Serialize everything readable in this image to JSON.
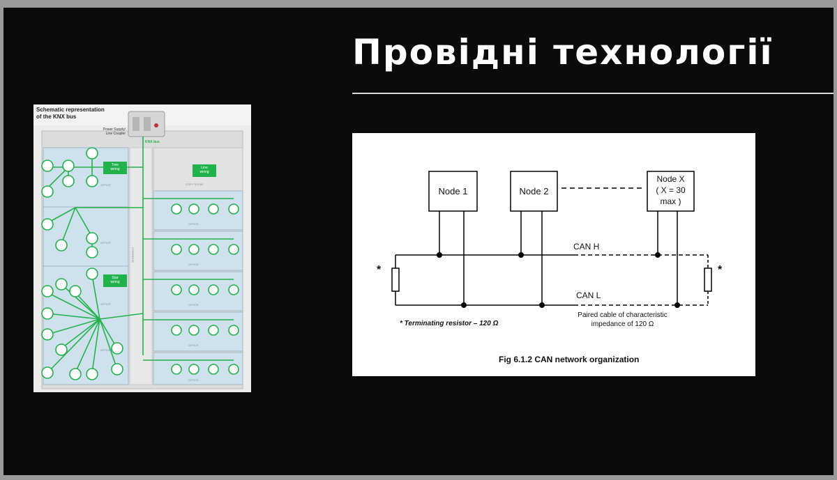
{
  "slide": {
    "title": "Провідні технології"
  },
  "knx": {
    "caption_line1": "Schematic representation",
    "caption_line2": "of the KNX bus",
    "device_line1": "Power Supply/",
    "device_line2": "Line Coupler",
    "bus_label": "KNX bus",
    "tree_line1": "Tree",
    "tree_line2": "wiring",
    "line_line1": "Line",
    "line_line2": "wiring",
    "star_line1": "Star",
    "star_line2": "wiring",
    "copy_room": "COPY ROOM",
    "corridor": "CORRIDOR",
    "office": "OFFICE"
  },
  "can": {
    "node1": "Node 1",
    "node2": "Node 2",
    "nodex_line1": "Node X",
    "nodex_line2": "( X = 30",
    "nodex_line3": "max )",
    "can_h": "CAN H",
    "can_l": "CAN L",
    "asterisk": "*",
    "cable_line1": "Paired cable of characteristic",
    "cable_line2": "impedance of 120 Ω",
    "terminating": "*  Terminating  resistor – 120 Ω",
    "fig_caption": "Fig 6.1.2  CAN network organization"
  },
  "colors": {
    "slide_bg": "#0b0b0b",
    "knx_green": "#22b24c",
    "room_blue": "#cfe1ec"
  }
}
